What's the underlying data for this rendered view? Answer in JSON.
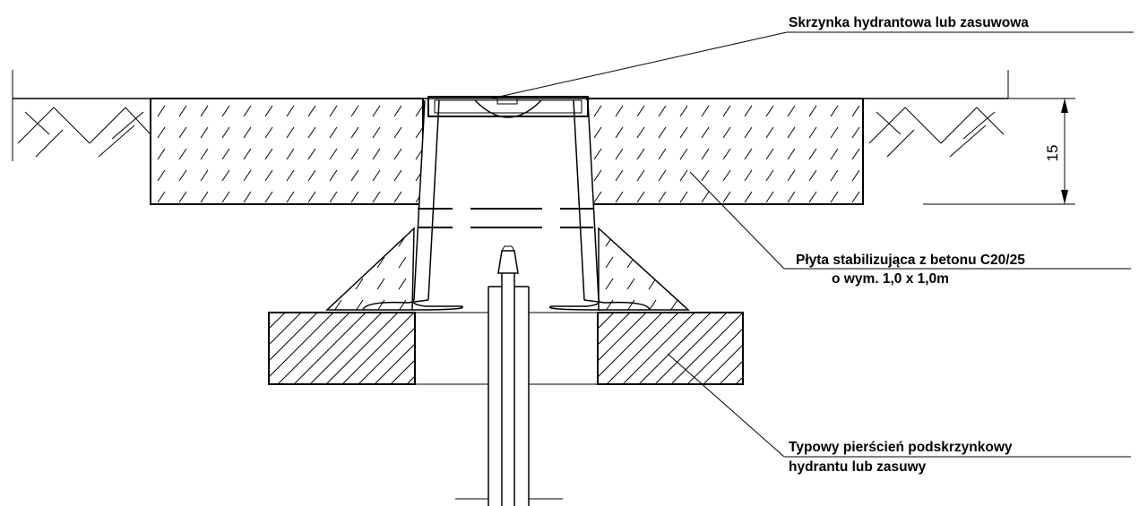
{
  "labels": {
    "box": "Skrzynka hydrantowa lub zasuwowa",
    "slab_line1": "Płyta stabilizująca z betonu C20/25",
    "slab_line2": "o wym. 1,0 x 1,0m",
    "ring_line1": "Typowy pierścień podskrzynkowy",
    "ring_line2": "hydrantu lub zasuwy"
  },
  "dimension": {
    "slab_thickness": "15"
  }
}
